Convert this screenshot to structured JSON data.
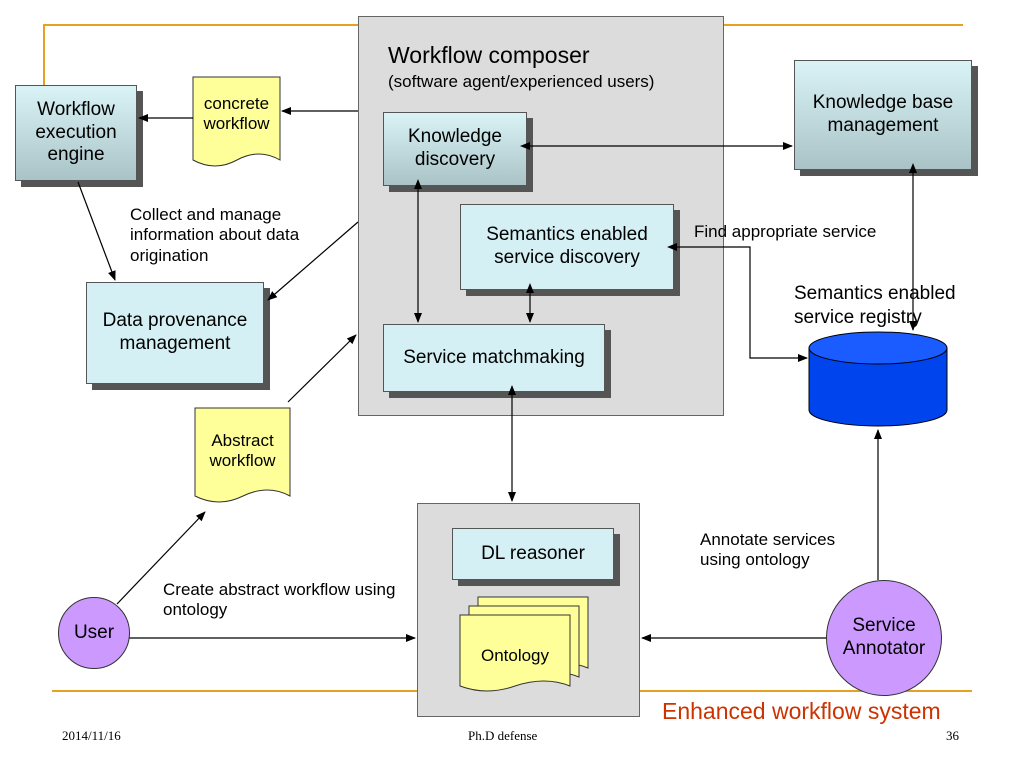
{
  "composer": {
    "title": "Workflow composer",
    "subtitle": "(software agent/experienced users)"
  },
  "boxes": {
    "execution_engine": "Workflow execution engine",
    "knowledge_discovery": "Knowledge discovery",
    "semantic_discovery": "Semantics enabled service discovery",
    "service_matchmaking": "Service matchmaking",
    "knowledge_base": "Knowledge base management",
    "data_provenance": "Data provenance management",
    "dl_reasoner": "DL reasoner"
  },
  "docs": {
    "concrete_workflow": "concrete workflow",
    "abstract_workflow": "Abstract workflow",
    "ontology": "Ontology"
  },
  "registry_label": "Semantics enabled service registry",
  "actors": {
    "user": "User",
    "service_annotator": "Service Annotator"
  },
  "annotations": {
    "collect_info": "Collect and manage information about data origination",
    "find_service": "Find appropriate service",
    "create_abstract": "Create abstract workflow using ontology",
    "annotate_services": "Annotate services using ontology"
  },
  "slide_title": "Enhanced workflow system",
  "footer": {
    "date": "2014/11/16",
    "center": "Ph.D defense",
    "page": "36"
  },
  "colors": {
    "accent_line": "#e6a11f",
    "title_red": "#cc3300",
    "registry_blue": "#0044ee",
    "actor_purple": "#cc99ff",
    "document_yellow": "#ffff99",
    "box_teal": "#d4f0f4",
    "composer_gray": "#dcdcdc"
  }
}
